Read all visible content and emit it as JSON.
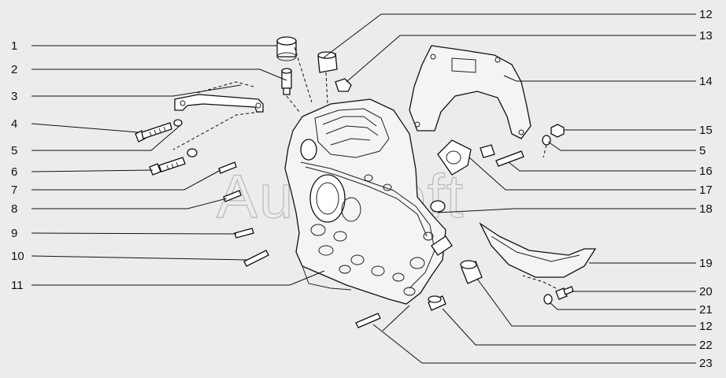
{
  "watermark": "AutoSoft",
  "callouts": [
    {
      "id": "c1",
      "label": "1"
    },
    {
      "id": "c2",
      "label": "2"
    },
    {
      "id": "c3",
      "label": "3"
    },
    {
      "id": "c4",
      "label": "4"
    },
    {
      "id": "c5a",
      "label": "5"
    },
    {
      "id": "c6",
      "label": "6"
    },
    {
      "id": "c7",
      "label": "7"
    },
    {
      "id": "c8",
      "label": "8"
    },
    {
      "id": "c9",
      "label": "9"
    },
    {
      "id": "c10",
      "label": "10"
    },
    {
      "id": "c11",
      "label": "11"
    },
    {
      "id": "c12a",
      "label": "12"
    },
    {
      "id": "c13",
      "label": "13"
    },
    {
      "id": "c14",
      "label": "14"
    },
    {
      "id": "c15",
      "label": "15"
    },
    {
      "id": "c5b",
      "label": "5"
    },
    {
      "id": "c16",
      "label": "16"
    },
    {
      "id": "c17",
      "label": "17"
    },
    {
      "id": "c18",
      "label": "18"
    },
    {
      "id": "c19",
      "label": "19"
    },
    {
      "id": "c20",
      "label": "20"
    },
    {
      "id": "c21",
      "label": "21"
    },
    {
      "id": "c12b",
      "label": "12"
    },
    {
      "id": "c22",
      "label": "22"
    },
    {
      "id": "c23",
      "label": "23"
    }
  ]
}
